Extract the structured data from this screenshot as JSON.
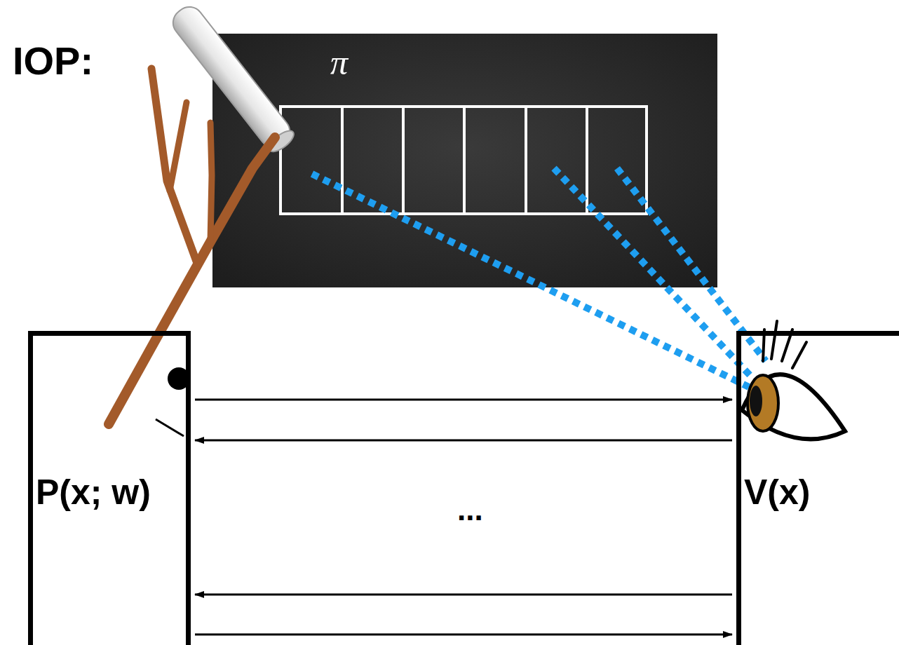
{
  "diagram": {
    "nodes": [
      {
        "text": [
          "π"
        ]
      },
      {
        "text": [
          "P(x; w)"
        ]
      },
      {
        "text": [
          "V(x)"
        ]
      }
    ],
    "edges": [
      {
        "from": 1,
        "to": 2,
        "arrow": "to"
      },
      {
        "from": 2,
        "to": 1,
        "arrow": "to"
      },
      {
        "from": 2,
        "to": 1,
        "arrow": "to"
      },
      {
        "from": 1,
        "to": 2,
        "arrow": "to"
      }
    ],
    "labels": [
      "IOP:",
      "..."
    ]
  }
}
